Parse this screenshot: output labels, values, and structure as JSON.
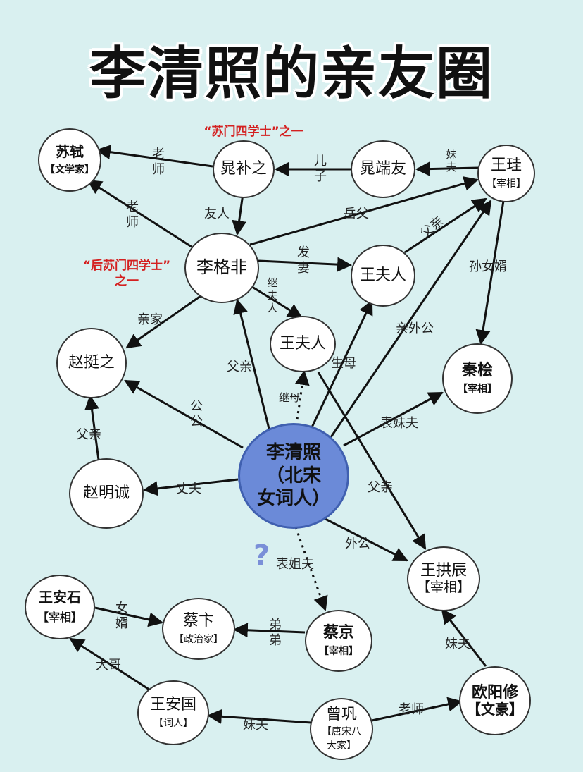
{
  "title": "李清照的亲友圈",
  "notes": {
    "chaobuzhi": "“苏门四学士”之一",
    "ligefei_line1": "“后苏门四学士”",
    "ligefei_line2": "之一"
  },
  "nodes": {
    "sushi": {
      "name": "苏轼",
      "role": "【文学家】"
    },
    "chaobuzhi": {
      "name": "晁补之"
    },
    "chaoduanyou": {
      "name": "晁端友"
    },
    "wanggui": {
      "name": "王珪",
      "role": "【宰相】"
    },
    "ligefei": {
      "name": "李格非"
    },
    "wangfuren1": {
      "name": "王夫人"
    },
    "wangfuren2": {
      "name": "王夫人"
    },
    "zhaotingzhi": {
      "name": "赵挺之"
    },
    "qinhui": {
      "name": "秦桧",
      "role": "【宰相】"
    },
    "liqingzhao": {
      "name_line1": "李清照",
      "name_line2": "（北宋",
      "name_line3": "女词人）"
    },
    "zhaomingcheng": {
      "name": "赵明诚"
    },
    "wanggongchen": {
      "name": "王拱辰",
      "role": "【宰相】"
    },
    "wanganshi": {
      "name": "王安石",
      "role": "【宰相】"
    },
    "caibian": {
      "name": "蔡卞",
      "role": "【政治家】"
    },
    "caijing": {
      "name": "蔡京",
      "role": "【宰相】"
    },
    "ouyangxiu": {
      "name": "欧阳修",
      "role": "【文豪】"
    },
    "wanganguo": {
      "name": "王安国",
      "role": "【词人】"
    },
    "zenggong": {
      "name": "曾巩",
      "role_line1": "【唐宋八",
      "role_line2": "大家】"
    }
  },
  "relations": {
    "laoshi1": "老师",
    "laoshi2": "老师",
    "erzi": "儿子",
    "meifu1": "妹夫",
    "youren": "友人",
    "yuefu": "岳父",
    "fuqin_wanggui": "父亲",
    "faqi": "发妻",
    "sunnvxu": "孙女婿",
    "jifuren": "继夫人",
    "qinjia": "亲家",
    "qinwaigong": "亲外公",
    "fuqin_li": "父亲",
    "shengmu": "生母",
    "jimu": "继母",
    "gonggong": "公公",
    "biaomeifu": "表妹夫",
    "fuqin_zhao": "父亲",
    "zhangfu": "丈夫",
    "fuqin_wang": "父亲",
    "waigong": "外公",
    "biaojiefu": "表姐夫",
    "nvxu": "女婿",
    "didi": "弟弟",
    "meifu2": "妹夫",
    "dage": "大哥",
    "meifu3": "妹夫",
    "laoshi3": "老师"
  },
  "question_mark": "?"
}
